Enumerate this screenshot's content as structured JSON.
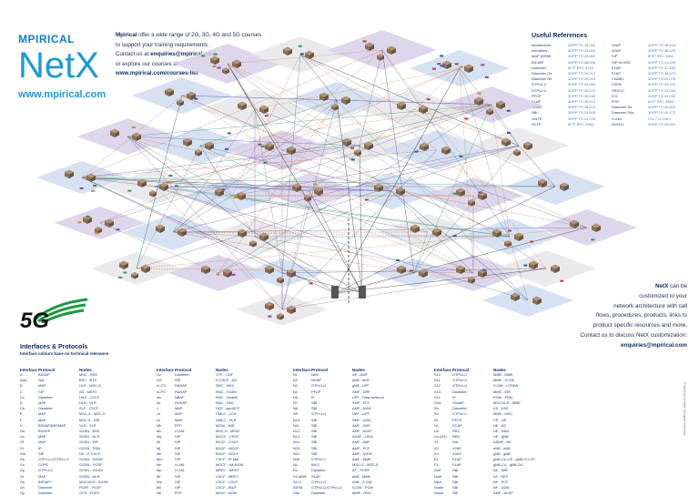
{
  "brand": {
    "top": "MPIRICAL",
    "name": "NetX",
    "url": "www.mpirical.com"
  },
  "intro": {
    "line1_bold": "Mpirical",
    "line1_rest": " offer a wide range of 2G, 3G, 4G and 5G courses",
    "line2": "to support your training requirements.",
    "line3_pre": "Contact us at ",
    "line3_bold": "enquiries@mpirical.com",
    "line4": "or explore our courses at:",
    "line5_bold": "www.mpirical.com/courses-list"
  },
  "references": {
    "title": "Useful References",
    "items": [
      {
        "name": "Architecture",
        "spec": "3GPP TS 23.002"
      },
      {
        "name": "Identifiers",
        "spec": "3GPP TS 23.003"
      },
      {
        "name": "MAP (GSM)",
        "spec": "3GPP TS 29.002"
      },
      {
        "name": "BSSAP",
        "spec": "3GPP TS 48.008"
      },
      {
        "name": "Diameter",
        "spec": "IETF RFC 6733"
      },
      {
        "name": "Diameter Gx",
        "spec": "3GPP TS 29.212"
      },
      {
        "name": "Diameter Rx",
        "spec": "3GPP TS 29.214"
      },
      {
        "name": "GTPv1-C",
        "spec": "3GPP TS 29.060"
      },
      {
        "name": "GTPv2-C",
        "spec": "3GPP TS 29.274"
      },
      {
        "name": "PFCP",
        "spec": "3GPP TS 29.244"
      },
      {
        "name": "S1AP",
        "spec": "3GPP TS 36.413"
      },
      {
        "name": "NGAP",
        "spec": "3GPP TS 38.413"
      },
      {
        "name": "SBI",
        "spec": "3GPP TS 29.500"
      },
      {
        "name": "VoLTE",
        "spec": "3GPP TS 24.229"
      },
      {
        "name": "SCTP",
        "spec": "IETF RFC 4960"
      }
    ],
    "items2": [
      {
        "name": "XnAP",
        "spec": "3GPP TS 38.423"
      },
      {
        "name": "X2AP",
        "spec": "3GPP TS 36.423"
      },
      {
        "name": "SIP",
        "spec": "IETF RFC 3261"
      },
      {
        "name": "SIP for IMS",
        "spec": "3GPP TS 24.229"
      },
      {
        "name": "E1AP",
        "spec": "3GPP TS 37.483"
      },
      {
        "name": "F1AP",
        "spec": "3GPP TS 38.473"
      },
      {
        "name": "CAMEL",
        "spec": "3GPP TS 29.078"
      },
      {
        "name": "CSFB",
        "spec": "3GPP TS 23.272"
      },
      {
        "name": "SRVCC",
        "spec": "3GPP TS 23.216"
      },
      {
        "name": "ICS",
        "spec": "3GPP TS 23.292"
      },
      {
        "name": "RTP",
        "spec": "IETF RFC 3550"
      },
      {
        "name": "Diameter Sh",
        "spec": "3GPP TS 29.328"
      },
      {
        "name": "Diameter S6a",
        "spec": "3GPP TS 29.272"
      },
      {
        "name": "H.248",
        "spec": "ITU-T H.248.1"
      },
      {
        "name": "N2/N11",
        "spec": "3GPP TS 29.502"
      }
    ]
  },
  "cta": {
    "l1_bold": "NetX",
    "l1_rest": " can be",
    "l2": "customized to your",
    "l3": "network architecture with call",
    "l4": "flows, procedures, products, links to",
    "l5": "product specific resources and more.",
    "l6": "Contact us to discuss NetX customization:",
    "l7_bold": "enquiries@mpirical.com"
  },
  "logo5g": {
    "text": "5G"
  },
  "interfaces": {
    "title": "Interfaces & Protocols",
    "subtitle": "Interface colours have no technical relevance",
    "header": {
      "interface": "Interface",
      "protocol": "Protocol",
      "nodes": "Nodes"
    },
    "columns": [
      [
        [
          "A",
          "BSSAP",
          "MSC - BSS"
        ],
        [
          "Abis",
          "N/A",
          "BSC - BTS"
        ],
        [
          "B",
          "MAP",
          "HLR - MSC-S"
        ],
        [
          "C",
          "SIP",
          "AS - MRFC"
        ],
        [
          "Cx",
          "Diameter",
          "HSS - CSCF"
        ],
        [
          "D",
          "MAP",
          "HLR - VLR"
        ],
        [
          "Dh",
          "Diameter",
          "SLF - CSCF"
        ],
        [
          "E",
          "MAP",
          "MSC-S - MSC-S"
        ],
        [
          "F",
          "MAP",
          "MSC-S - EIR"
        ],
        [
          "G",
          "BSSAP/BSSMAP",
          "VLR - VLR"
        ],
        [
          "Gb",
          "BSSGP",
          "SGSN - BSS"
        ],
        [
          "Gc",
          "MAP",
          "SGSN - HLR"
        ],
        [
          "Gf",
          "MAP",
          "SGSN - EIR"
        ],
        [
          "Gi",
          "IP",
          "GGSN - PDN"
        ],
        [
          "Gm",
          "SIP",
          "UE - P-CSCF"
        ],
        [
          "Gn",
          "GTPv1-C/GTPv1-U",
          "SGSN - GGSN"
        ],
        [
          "Go",
          "COPS",
          "GGSN - PCRF"
        ],
        [
          "Gp",
          "GTPv1-C",
          "SGSN - GGSN"
        ],
        [
          "Gr",
          "MAP",
          "SGSN - HLR"
        ],
        [
          "Gs",
          "BSSAP+",
          "MSC/VLR - SGSN"
        ],
        [
          "Gx",
          "Diameter",
          "PCRF - PCEF"
        ],
        [
          "Gy",
          "Diameter",
          "OCS - PCEF"
        ]
      ],
      [
        [
          "Gz",
          "Diameter",
          "CTF - CDF"
        ],
        [
          "ISC",
          "SIP",
          "S-CSCF - AS"
        ],
        [
          "Iu-CS",
          "RANAP",
          "RNC - MSC"
        ],
        [
          "Iu-PS",
          "RANAP",
          "RNC - SGSN"
        ],
        [
          "Iub",
          "NBAP",
          "RNC - NodeB"
        ],
        [
          "Iur",
          "RNSAP",
          "RNC - RNC"
        ],
        [
          "J",
          "MAP",
          "HLR - gsmSCF"
        ],
        [
          "Le",
          "MAP",
          "GMLC - LCS"
        ],
        [
          "Lh",
          "MAP",
          "GMLC - HLR"
        ],
        [
          "Mb",
          "RTP",
          "MGW - IMS"
        ],
        [
          "Mc",
          "H.248",
          "MSC-S - MGW"
        ],
        [
          "Mg",
          "SIP",
          "MGCF - CSCF"
        ],
        [
          "Mi",
          "SIP",
          "BGCF - CSCF"
        ],
        [
          "Mj",
          "SIP",
          "BGCF - MGCF"
        ],
        [
          "Mk",
          "SIP",
          "BGCF - BGCF"
        ],
        [
          "Mm",
          "SIP",
          "CSCF - IP MM"
        ],
        [
          "Mn",
          "H.248",
          "MGCF - IM-MGW"
        ],
        [
          "Mp",
          "H.248",
          "MRFC - MRFP"
        ],
        [
          "Mr",
          "SIP",
          "CSCF - MRFC"
        ],
        [
          "Mw",
          "SIP",
          "CSCF - CSCF"
        ],
        [
          "Mx",
          "SIP",
          "CSCF - IBCF"
        ],
        [
          "Nb",
          "RTP",
          "MGW - MGW"
        ]
      ],
      [
        [
          "N1",
          "NAS",
          "UE - AMF"
        ],
        [
          "N2",
          "NGAP",
          "gNB - AMF"
        ],
        [
          "N3",
          "GTPv1-U",
          "gNB - UPF"
        ],
        [
          "N4",
          "PFCP",
          "SMF - UPF"
        ],
        [
          "N6",
          "IP",
          "UPF - Data Network"
        ],
        [
          "N7",
          "SBI",
          "SMF - PCF"
        ],
        [
          "N8",
          "SBI",
          "AMF - UDM"
        ],
        [
          "N9",
          "GTPv1-U",
          "UPF - UPF"
        ],
        [
          "N10",
          "SBI",
          "SMF - UDM"
        ],
        [
          "N11",
          "SBI",
          "AMF - SMF"
        ],
        [
          "N12",
          "SBI",
          "AMF - AUSF"
        ],
        [
          "N13",
          "SBI",
          "AUSF - UDM"
        ],
        [
          "N14",
          "SBI",
          "AMF - AMF"
        ],
        [
          "N15",
          "SBI",
          "AMF - PCF"
        ],
        [
          "N22",
          "SBI",
          "AMF - NSSF"
        ],
        [
          "N26",
          "GTPv2-C",
          "AMF - MME"
        ],
        [
          "Nc",
          "BICC",
          "MSC-S - MSC-S"
        ],
        [
          "Rx",
          "Diameter",
          "AF - PCRF"
        ],
        [
          "S1-MME",
          "S1AP",
          "eNB - MME"
        ],
        [
          "S1-U",
          "GTPv1-U",
          "eNB - S-GW"
        ],
        [
          "S5/S8",
          "GTPv2-C/GTPv1-U",
          "S-GW - PGW"
        ],
        [
          "S6a",
          "Diameter",
          "MME - HSS"
        ]
      ],
      [
        [
          "S10",
          "GTPv2-C",
          "MME - MME"
        ],
        [
          "S11",
          "GTPv2-C",
          "MME - S-GW"
        ],
        [
          "S12",
          "GTPv1-U",
          "S-GW - UTRAN"
        ],
        [
          "S13",
          "Diameter",
          "MME - EIR"
        ],
        [
          "SGi",
          "IP",
          "PGW - PDN"
        ],
        [
          "SGs",
          "SGsAP",
          "MSC/VLR - MME"
        ],
        [
          "Sh",
          "Diameter",
          "AS - HSS"
        ],
        [
          "Sv",
          "GTPv2-C",
          "MME - MSC"
        ],
        [
          "Sx",
          "PFCP",
          "CP - UP"
        ],
        [
          "Ut",
          "XCAP",
          "UE - AS"
        ],
        [
          "Uu",
          "RRC",
          "UE - RAN"
        ],
        [
          "Uu (5G)",
          "RRC",
          "UE - gNB"
        ],
        [
          "X1",
          "N/A",
          "ADMF - NE"
        ],
        [
          "X2",
          "X2AP",
          "eNB - eNB"
        ],
        [
          "Xn",
          "XnAP",
          "gNB - gNB"
        ],
        [
          "E1",
          "E1AP",
          "gNB-CU-CP - gNB-CU-UP"
        ],
        [
          "F1",
          "F1AP",
          "gNB-CU - gNB-DU"
        ],
        [
          "Nnrf",
          "SBI",
          "NF - NRF"
        ],
        [
          "Nnef",
          "SBI",
          "AF - NEF"
        ],
        [
          "Npcf",
          "SBI",
          "NF - PCF"
        ],
        [
          "Nudm",
          "SBI",
          "NF - UDM"
        ],
        [
          "Nausf",
          "SBI",
          "AMF - AUSF"
        ]
      ]
    ]
  },
  "copyright": "© Mpirical Limited. All rights reserved.",
  "colors": {
    "brand": "#1b9ad6",
    "navy": "#0c2a5a",
    "zone_purple": "#d8cfe8",
    "zone_blue": "#cfdcef",
    "zone_grey": "#e6e6ea",
    "node": "#8a6d52",
    "logo_green": "#1a9b3f"
  }
}
